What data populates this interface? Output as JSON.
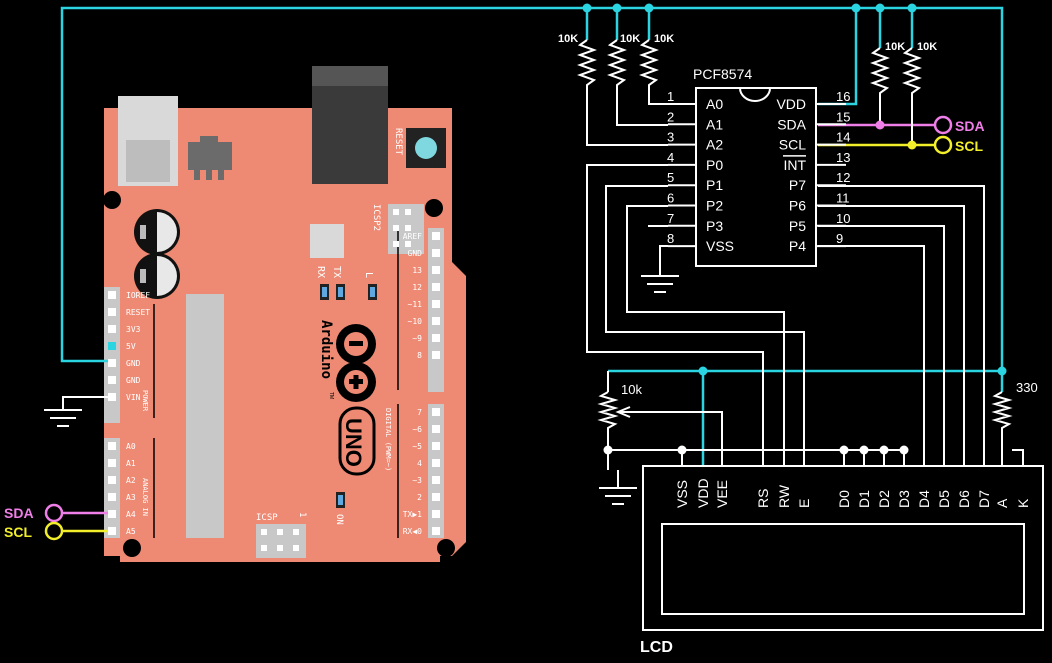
{
  "arduino": {
    "reset": "RESET",
    "icsp2": "ICSP2",
    "rx": "RX",
    "tx": "TX",
    "l": "L",
    "brand": "Arduino",
    "tm": "TM",
    "model": "UNO",
    "on": "ON",
    "icsp": "ICSP",
    "icsp_one": "1",
    "power_label": "POWER",
    "analog_label": "ANALOG IN",
    "digital_label": "DIGITAL (PWM=~)",
    "power_pins": [
      "IOREF",
      "RESET",
      "3V3",
      "5V",
      "GND",
      "GND",
      "VIN"
    ],
    "analog_pins": [
      "A0",
      "A1",
      "A2",
      "A3",
      "A4",
      "A5"
    ],
    "top_pins": [
      "AREF",
      "GND",
      "13",
      "12",
      "~11",
      "~10",
      "~9",
      "8"
    ],
    "digital_pins": [
      "7",
      "~6",
      "~5",
      "4",
      "~3",
      "2",
      "TX▶1",
      "RX◀0"
    ],
    "board_color": "#ee8a73"
  },
  "left_signals": {
    "sda": "SDA",
    "scl": "SCL"
  },
  "resistors": {
    "r1": "10K",
    "r2": "10K",
    "r3": "10K",
    "r4": "10K",
    "r5": "10K"
  },
  "pcf": {
    "name": "PCF8574",
    "left_pins": [
      {
        "num": "1",
        "name": "A0"
      },
      {
        "num": "2",
        "name": "A1"
      },
      {
        "num": "3",
        "name": "A2"
      },
      {
        "num": "4",
        "name": "P0"
      },
      {
        "num": "5",
        "name": "P1"
      },
      {
        "num": "6",
        "name": "P2"
      },
      {
        "num": "7",
        "name": "P3"
      },
      {
        "num": "8",
        "name": "VSS"
      }
    ],
    "right_pins": [
      {
        "num": "16",
        "name": "VDD"
      },
      {
        "num": "15",
        "name": "SDA"
      },
      {
        "num": "14",
        "name": "SCL"
      },
      {
        "num": "13",
        "name": "INT"
      },
      {
        "num": "12",
        "name": "P7"
      },
      {
        "num": "11",
        "name": "P6"
      },
      {
        "num": "10",
        "name": "P5"
      },
      {
        "num": "9",
        "name": "P4"
      }
    ]
  },
  "right_signals": {
    "sda": "SDA",
    "scl": "SCL"
  },
  "pot_label": "10k",
  "backlight_resistor": "330",
  "lcd": {
    "label": "LCD",
    "pins": [
      "VSS",
      "VDD",
      "VEE",
      "RS",
      "RW",
      "E",
      "D0",
      "D1",
      "D2",
      "D3",
      "D4",
      "D5",
      "D6",
      "D7",
      "A",
      "K"
    ]
  },
  "colors": {
    "vcc": "#2ad4e0",
    "sda": "#ef7ee8",
    "scl": "#f2ee2a",
    "wire": "#ffffff"
  }
}
